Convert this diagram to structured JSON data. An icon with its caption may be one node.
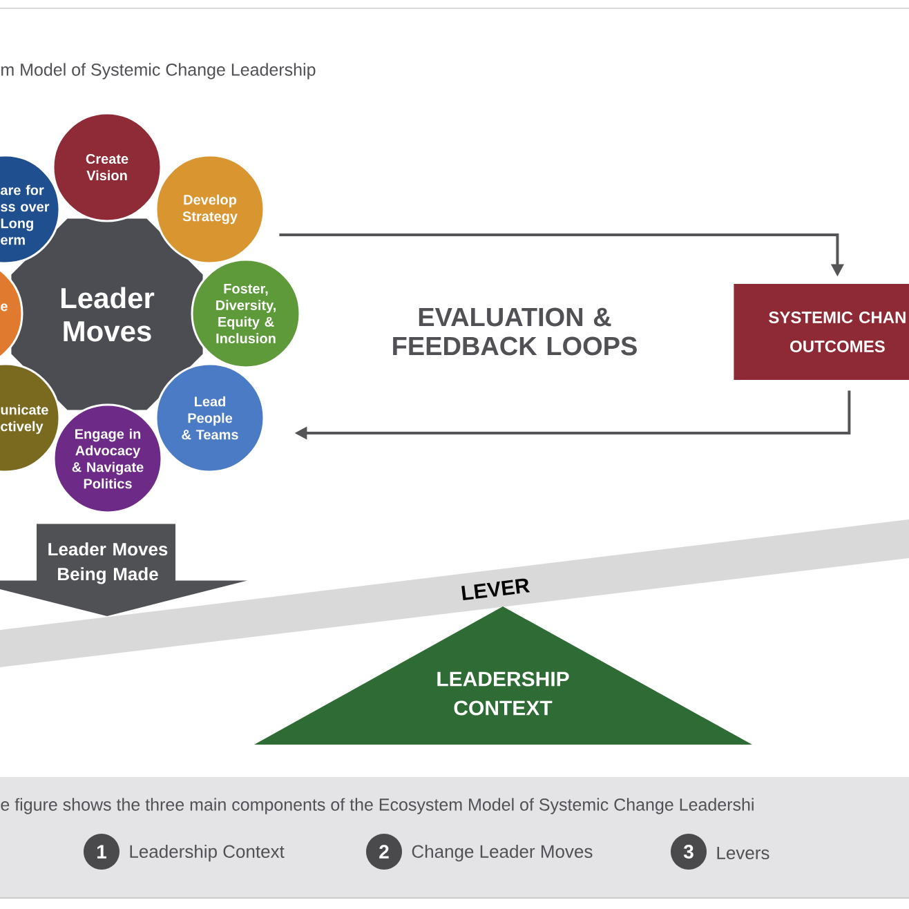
{
  "diagram": {
    "title": "m Model of Systemic Change Leadership",
    "caption": "e figure shows the three main components of the Ecosystem Model of Systemic Change Leadershi",
    "nodes": [
      {
        "text": [
          "Leader Moves"
        ]
      },
      {
        "text": [
          "Create Vision"
        ]
      },
      {
        "text": [
          "Develop Strategy"
        ]
      },
      {
        "text": [
          "Foster, Diversity, Equity & Inclusion"
        ]
      },
      {
        "text": [
          "Lead People & Teams"
        ]
      },
      {
        "text": [
          "Engage in Advocacy & Navigate Politics"
        ]
      },
      {
        "text": [
          "unicate ctively"
        ]
      },
      {
        "text": [
          "e"
        ]
      },
      {
        "text": [
          "are for ss over Long erm"
        ]
      },
      {
        "text": [
          "SYSTEMIC CHAN OUTCOMES"
        ]
      },
      {
        "text": [
          "LEADERSHIP CONTEXT"
        ]
      },
      {
        "text": [
          "LEVER"
        ]
      }
    ],
    "edges": [
      {
        "from": 2,
        "to": 9,
        "arrow": "to"
      },
      {
        "from": 9,
        "to": 4,
        "arrow": "to"
      },
      {
        "from": 5,
        "to": 11,
        "arrow": "to",
        "label": "Leader Moves Being Made",
        "style": "thick"
      }
    ],
    "labels": [
      "EVALUATION & FEEDBACK LOOPS",
      "1",
      "Leadership Context",
      "2",
      "Change Leader Moves",
      "3",
      "Levers"
    ]
  }
}
